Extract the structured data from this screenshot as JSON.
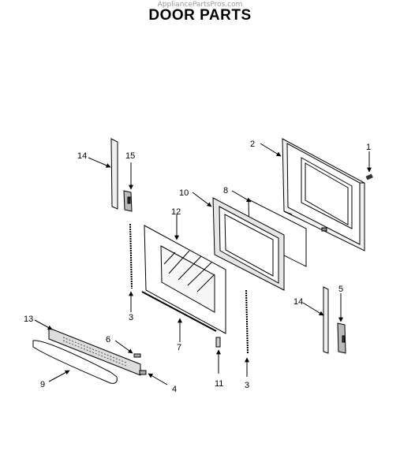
{
  "watermark": "AppliancePartsPros.com",
  "title": "DOOR PARTS",
  "callouts": [
    "1",
    "2",
    "3",
    "3",
    "4",
    "5",
    "6",
    "7",
    "8",
    "9",
    "10",
    "11",
    "12",
    "13",
    "14",
    "14",
    "15"
  ]
}
